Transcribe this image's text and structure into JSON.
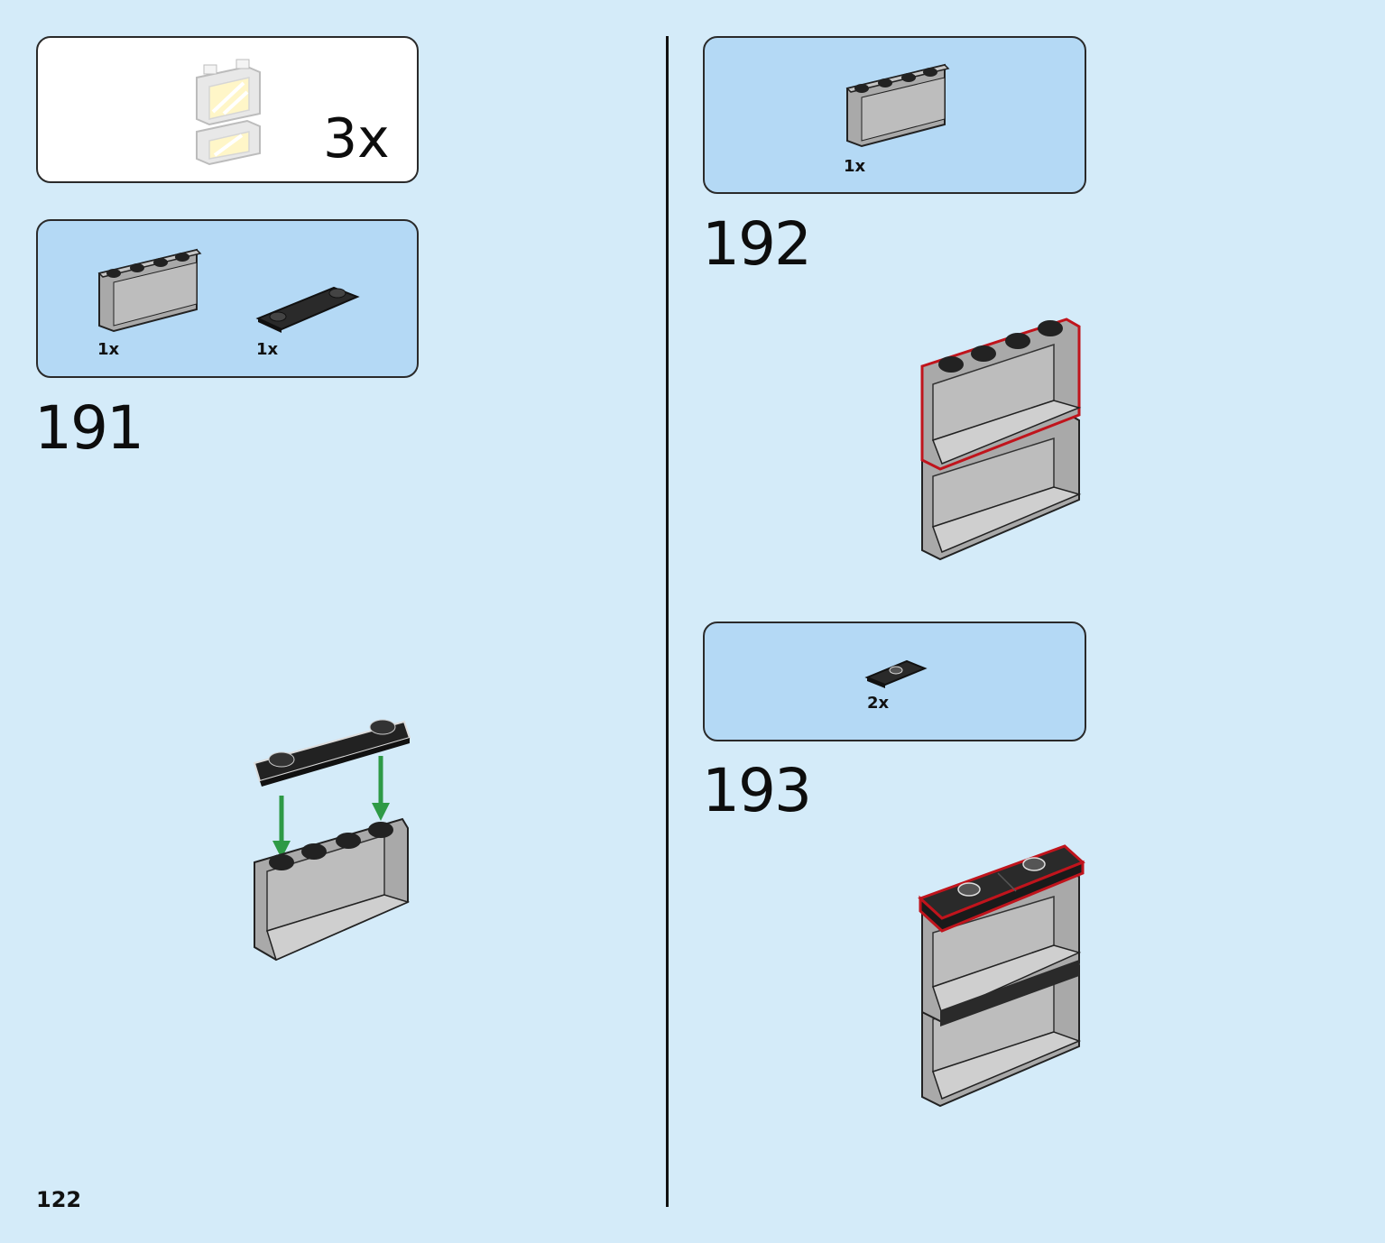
{
  "page_number": "122",
  "sub_build_panel": {
    "quantity": "3x"
  },
  "steps": [
    {
      "number": "191",
      "parts": [
        {
          "part": "gray-panel-1x4x2-part-icon",
          "qty": "1x"
        },
        {
          "part": "black-plate-1x4-part-icon",
          "qty": "1x"
        }
      ]
    },
    {
      "number": "192",
      "parts": [
        {
          "part": "gray-panel-1x4x2-part-icon",
          "qty": "1x"
        }
      ]
    },
    {
      "number": "193",
      "parts": [
        {
          "part": "black-jumper-plate-1x2-part-icon",
          "qty": "2x"
        }
      ]
    }
  ],
  "colors": {
    "background": "#d4ebf9",
    "parts_box": "#b4d9f5",
    "highlight": "#c0141c",
    "arrow": "#2e9a46"
  }
}
